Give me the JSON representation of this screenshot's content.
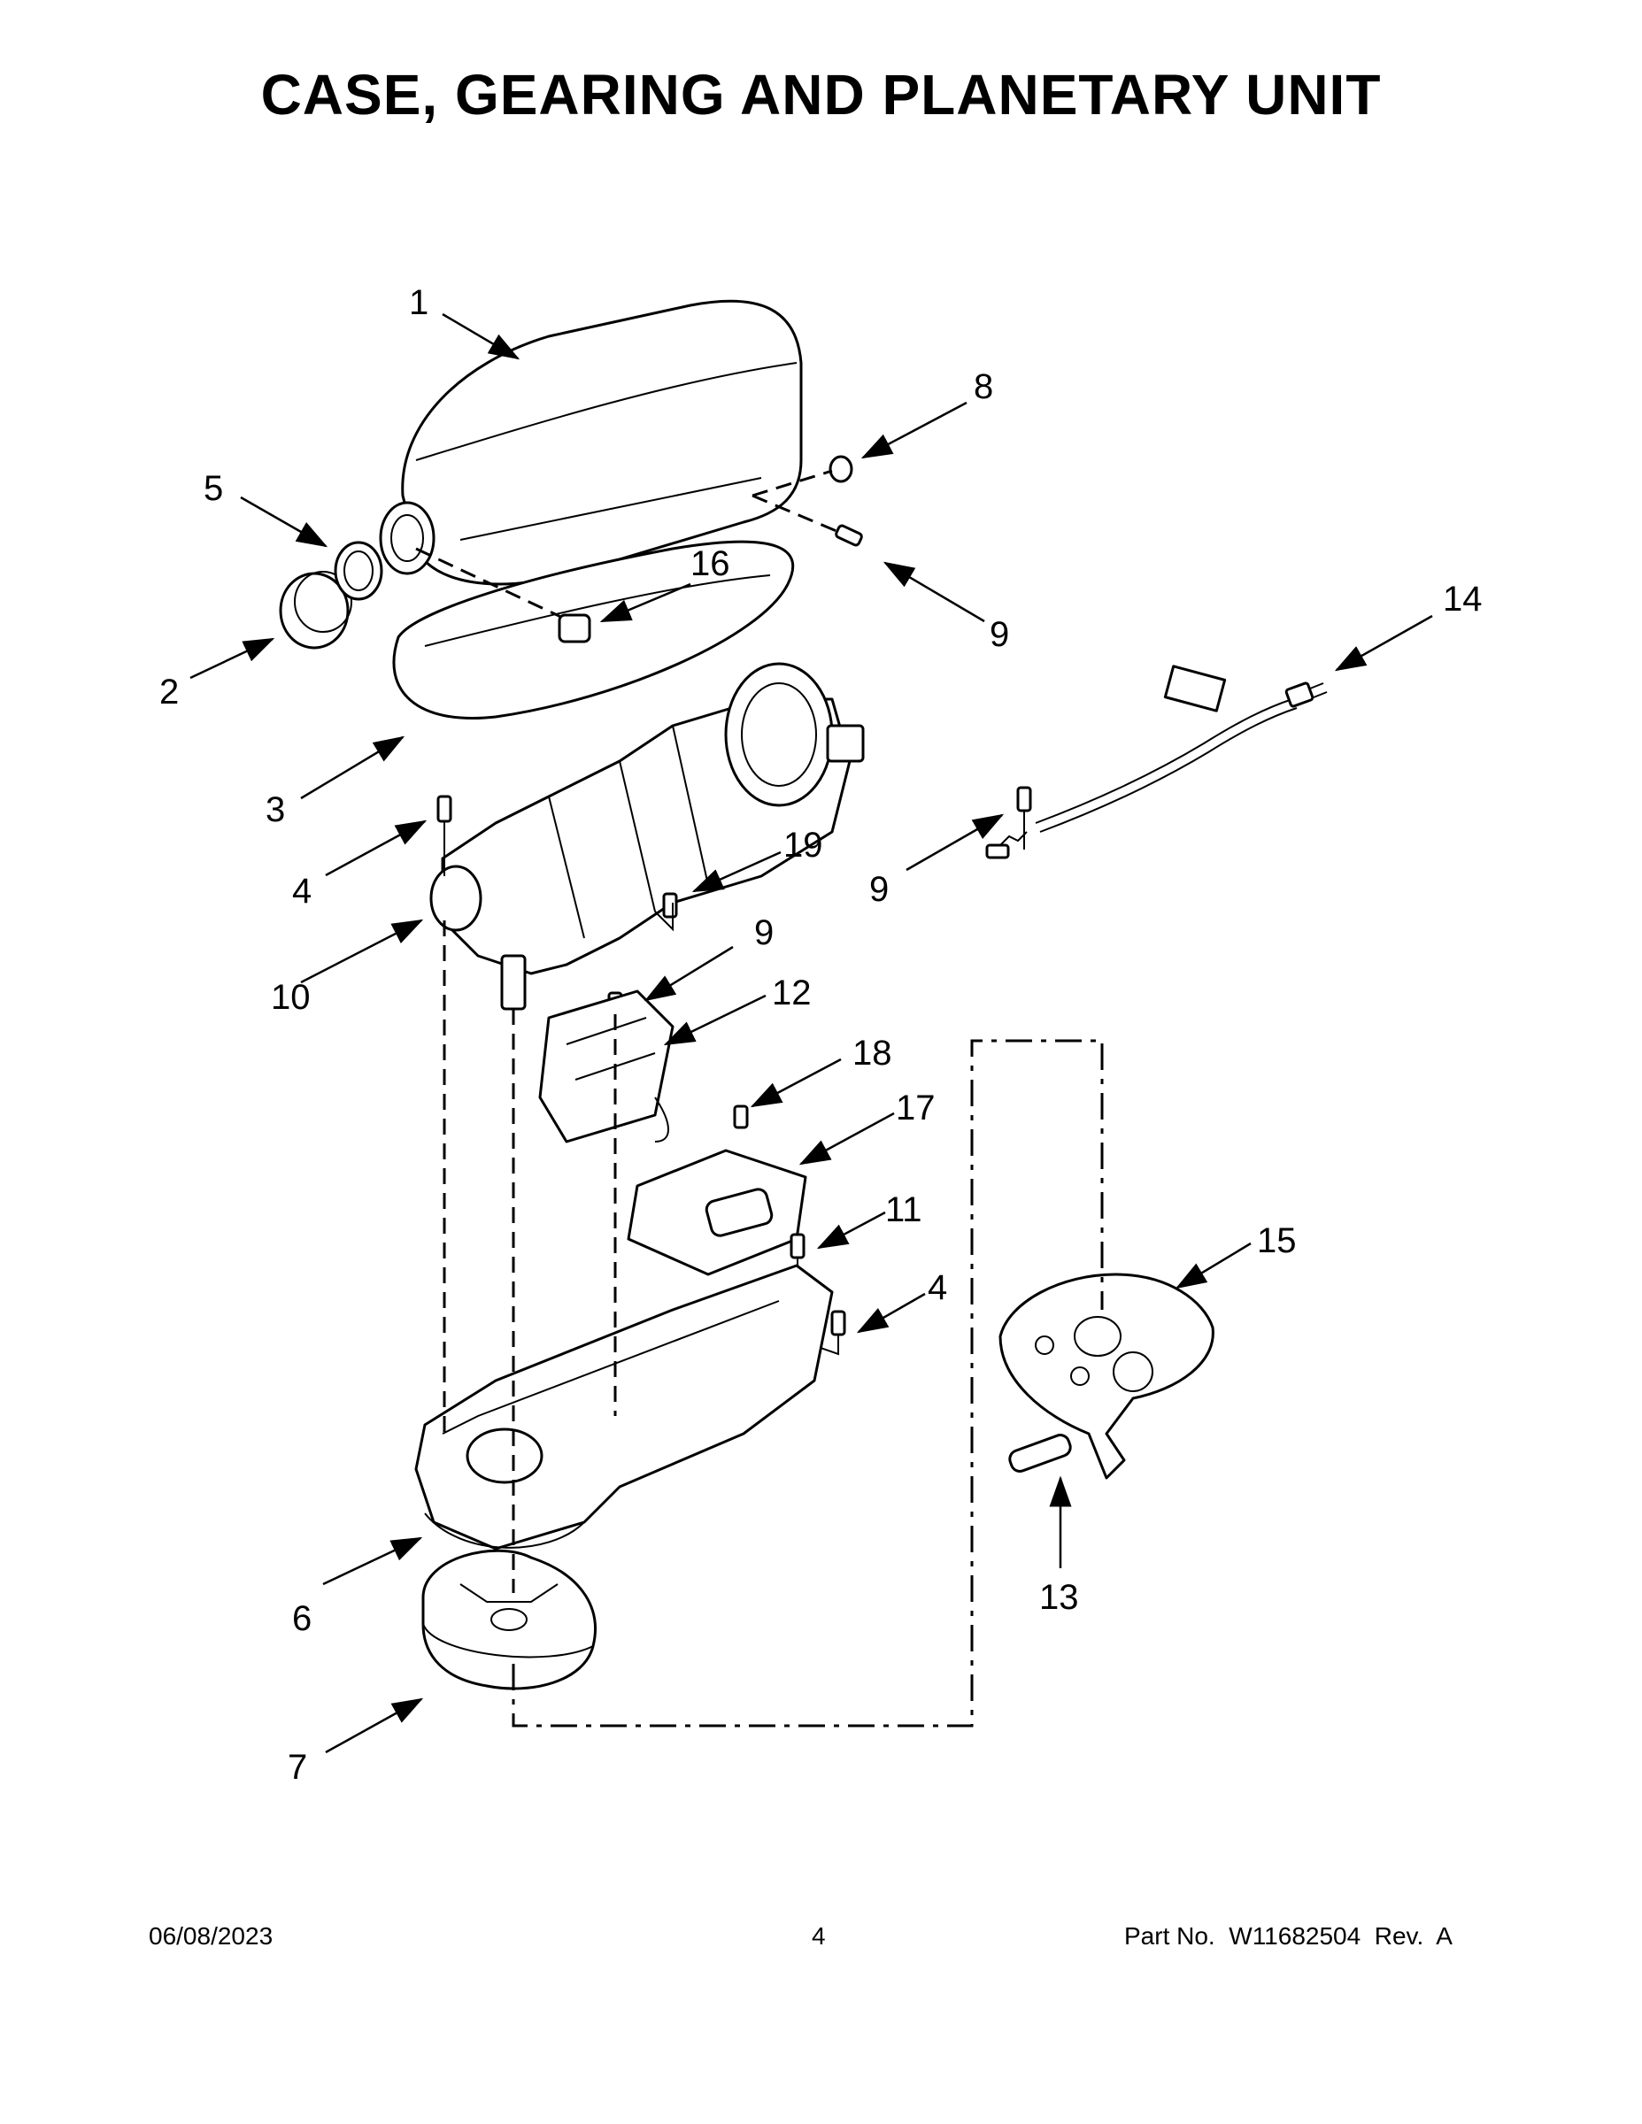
{
  "title": "CASE, GEARING AND PLANETARY UNIT",
  "callouts": [
    {
      "id": "c1",
      "label": "1"
    },
    {
      "id": "c2",
      "label": "2"
    },
    {
      "id": "c3",
      "label": "3"
    },
    {
      "id": "c4a",
      "label": "4"
    },
    {
      "id": "c4b",
      "label": "4"
    },
    {
      "id": "c5",
      "label": "5"
    },
    {
      "id": "c6",
      "label": "6"
    },
    {
      "id": "c7",
      "label": "7"
    },
    {
      "id": "c8",
      "label": "8"
    },
    {
      "id": "c9a",
      "label": "9"
    },
    {
      "id": "c9b",
      "label": "9"
    },
    {
      "id": "c9c",
      "label": "9"
    },
    {
      "id": "c10",
      "label": "10"
    },
    {
      "id": "c11",
      "label": "11"
    },
    {
      "id": "c12",
      "label": "12"
    },
    {
      "id": "c13",
      "label": "13"
    },
    {
      "id": "c14",
      "label": "14"
    },
    {
      "id": "c15",
      "label": "15"
    },
    {
      "id": "c16",
      "label": "16"
    },
    {
      "id": "c17",
      "label": "17"
    },
    {
      "id": "c18",
      "label": "18"
    },
    {
      "id": "c19",
      "label": "19"
    }
  ],
  "footer": {
    "date": "06/08/2023",
    "page": "4",
    "part_no": "Part No.  W11682504  Rev.  A"
  }
}
